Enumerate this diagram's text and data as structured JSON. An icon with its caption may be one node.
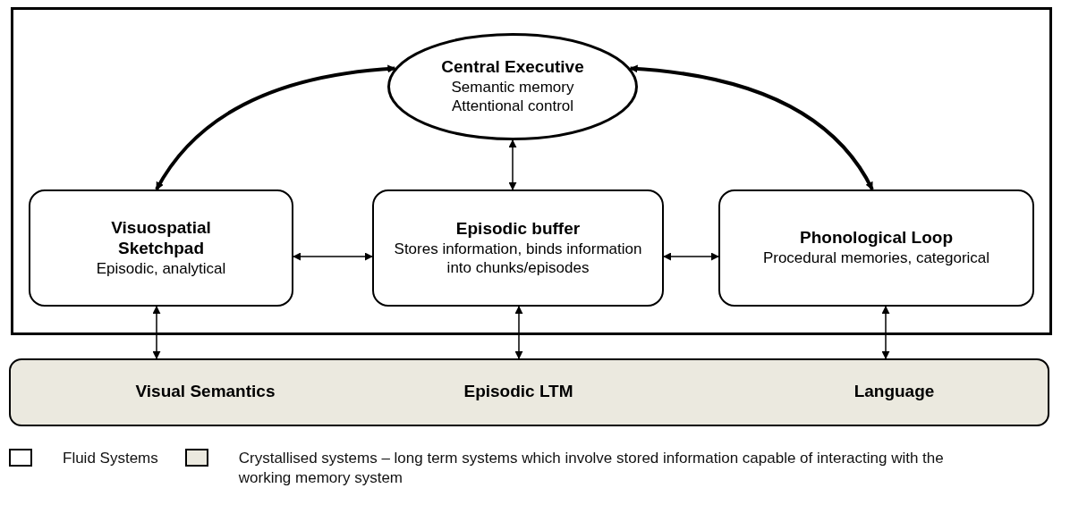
{
  "diagram": {
    "nodes": [
      {
        "text": [],
        "shape": "box"
      },
      {
        "text": [
          "Central Executive",
          "Semantic memory Attentional control"
        ],
        "in": 0
      },
      {
        "text": [
          "Visuospatial Sketchpad",
          "Episodic, analytical"
        ],
        "in": 0
      },
      {
        "text": [
          "Episodic buffer",
          "Stores information, binds information into chunks/episodes"
        ],
        "in": 0
      },
      {
        "text": [
          "Phonological Loop",
          "Procedural memories, categorical"
        ],
        "in": 0
      },
      {
        "text": [],
        "shape": "box"
      },
      {
        "text": [
          "Visual Semantics"
        ],
        "in": 5
      },
      {
        "text": [
          "Episodic LTM"
        ],
        "in": 5
      },
      {
        "text": [
          "Language"
        ],
        "in": 5
      }
    ],
    "edges": [
      {
        "from": 1,
        "to": 2,
        "arrow": "both",
        "style": "thick"
      },
      {
        "from": 1,
        "to": 3,
        "arrow": "both"
      },
      {
        "from": 1,
        "to": 4,
        "arrow": "both",
        "style": "thick"
      },
      {
        "from": 2,
        "to": 3,
        "arrow": "both"
      },
      {
        "from": 3,
        "to": 4,
        "arrow": "both"
      },
      {
        "from": 2,
        "to": 6,
        "arrow": "both"
      },
      {
        "from": 3,
        "to": 7,
        "arrow": "both"
      },
      {
        "from": 4,
        "to": 8,
        "arrow": "both"
      }
    ],
    "legend": [
      {
        "text": "Fluid Systems",
        "color": "#ffffff"
      },
      {
        "text": "Crystallised systems – long term systems which involve stored information capable of interacting with the working memory system",
        "color": "#ebe9df"
      }
    ]
  }
}
